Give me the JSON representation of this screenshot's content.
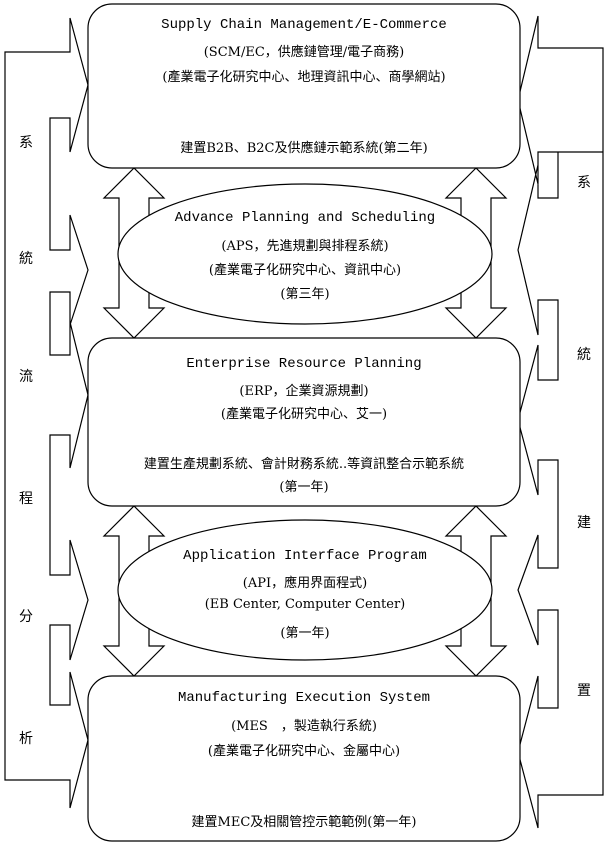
{
  "left_bar": {
    "chars": [
      "系",
      "統",
      "流",
      "程",
      "分",
      "析"
    ]
  },
  "right_bar": {
    "chars": [
      "系",
      "統",
      "建",
      "置"
    ]
  },
  "scm": {
    "title": "Supply Chain Management/E-Commerce",
    "subtitle": "(SCM/EC，供應鏈管理/電子商務)",
    "org": "(產業電子化研究中心、地理資訊中心、商學網站)",
    "task": "建置B2B、B2C及供應鏈示範系統(第二年)"
  },
  "aps": {
    "title": "Advance Planning and Scheduling",
    "subtitle": "(APS，先進規劃與排程系統)",
    "org": "(產業電子化研究中心、資訊中心)",
    "year": "(第三年)"
  },
  "erp": {
    "title": "Enterprise Resource Planning",
    "subtitle": "(ERP，企業資源規劃)",
    "org": "(產業電子化研究中心、艾一)",
    "task": "建置生產規劃系統、會計財務系統..等資訊整合示範系統",
    "year": "(第一年)"
  },
  "api": {
    "title": "Application Interface Program",
    "subtitle": "(API，應用界面程式)",
    "org": "(EB Center, Computer Center)",
    "year": "(第一年)"
  },
  "mes": {
    "title": "Manufacturing Execution System",
    "subtitle": "(MES　，製造執行系統)",
    "org": "(產業電子化研究中心、金屬中心)",
    "task": "建置MEC及相關管控示範範例(第一年)"
  }
}
